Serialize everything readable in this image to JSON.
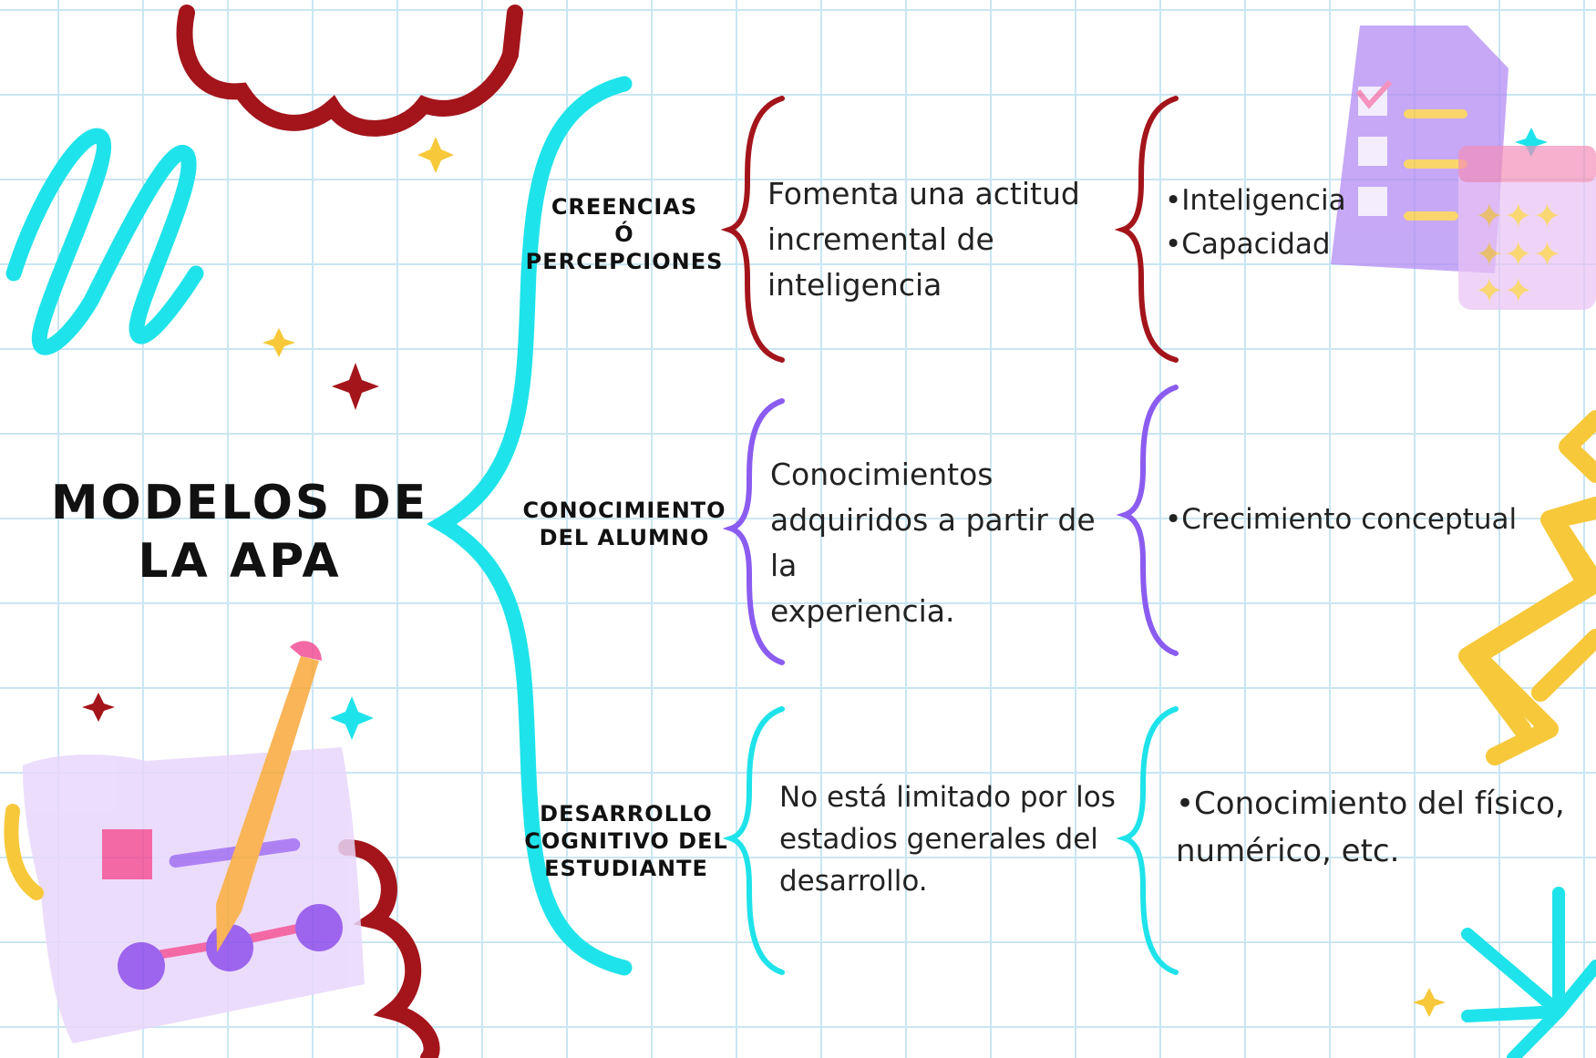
{
  "title": "MODELOS DE LA APA",
  "colors": {
    "cyan": "#1fe3ea",
    "dark_red": "#a3151b",
    "purple": "#8b5cf0",
    "yellow": "#f7c83a",
    "grid": "#c9e6f2"
  },
  "branches": [
    {
      "category": "CREENCIAS\nÓ\nPERCEPCIONES",
      "description": "Fomenta una actitud\nincremental de\ninteligencia",
      "bullets": "•Inteligencia\n•Capacidad",
      "bracket_color": "#a3151b"
    },
    {
      "category": "CONOCIMIENTO\nDEL ALUMNO",
      "description": "Conocimientos\nadquiridos a partir de la\nexperiencia.",
      "bullets": "•Crecimiento conceptual",
      "bracket_color": "#8b5cf0"
    },
    {
      "category": "DESARROLLO\nCOGNITIVO DEL\nESTUDIANTE",
      "description": "No está limitado por los\nestadios generales del\ndesarrollo.",
      "bullets": "•Conocimiento del físico,\nnumérico, etc.",
      "bracket_color": "#1fe3ea"
    }
  ],
  "decorations": [
    "cloud-scribble",
    "cyan-zigzag-scribble",
    "sparkle-stars",
    "document-checklist-icon",
    "calendar-icon",
    "pencil-drawing-icon",
    "yellow-zigzag",
    "cyan-starburst"
  ]
}
